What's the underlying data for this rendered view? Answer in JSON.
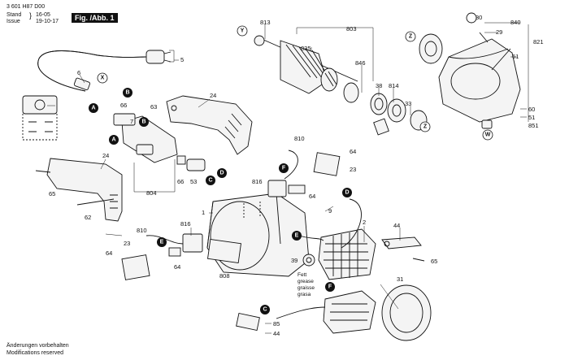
{
  "header": {
    "doc_number": "3 601 H87 D00",
    "stand_label": "Stand",
    "issue_label": "Issue",
    "stand_value": "16-05",
    "issue_value": "19-10-17",
    "figure_label": "Fig. /Abb. 1"
  },
  "footer": {
    "line1": "Änderungen vorbehalten",
    "line2": "Modifications reserved"
  },
  "grease_label": [
    "Fett",
    "grease",
    "graisse",
    "grasa"
  ],
  "part_numbers": {
    "p813": "813",
    "p803": "803",
    "p835": "835",
    "p846": "846",
    "p38": "38",
    "p814": "814",
    "p33": "33",
    "p30": "30",
    "p840": "840",
    "p29": "29",
    "p821": "821",
    "p61": "61",
    "p60": "60",
    "p51": "51",
    "p851": "851",
    "p5": "5",
    "p6": "6",
    "p66a": "66",
    "p63": "63",
    "p7": "7",
    "p24a": "24",
    "p24b": "24",
    "p804": "804",
    "p66b": "66",
    "p53": "53",
    "p65a": "65",
    "p62": "62",
    "p810a": "810",
    "p64a": "64",
    "p23a": "23",
    "p816a": "816",
    "p64b": "64",
    "p1": "1",
    "p9": "9",
    "p2": "2",
    "p44a": "44",
    "p65b": "65",
    "p810b": "810",
    "p816b": "816",
    "p23b": "23",
    "p64c": "64",
    "p64d": "64",
    "p808": "808",
    "p39": "39",
    "p31": "31",
    "p85": "85",
    "p44b": "44"
  },
  "link_markers": {
    "A": "A",
    "B": "B",
    "C": "C",
    "D": "D",
    "E": "E",
    "F": "F",
    "X": "X",
    "Y": "Y",
    "Z": "Z",
    "W": "W"
  }
}
